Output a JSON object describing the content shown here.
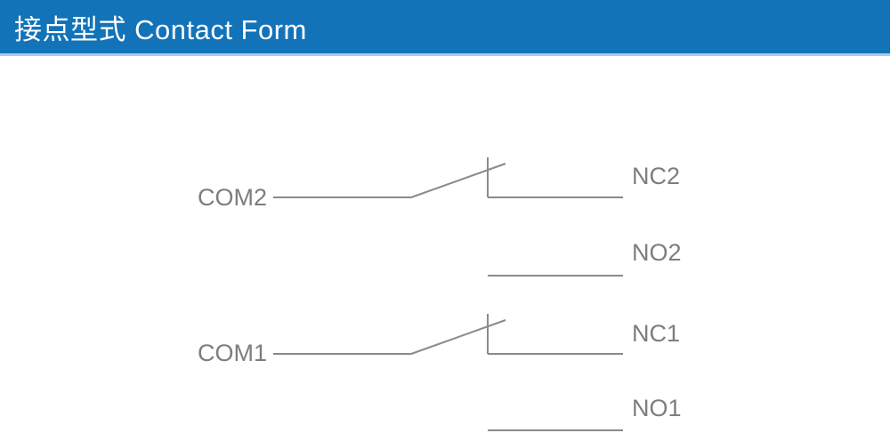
{
  "header": {
    "title": "接点型式 Contact Form"
  },
  "colors": {
    "background": "#ffffff",
    "header_bg": "#1273b9",
    "header_underline": "#a9cbe9",
    "header_text": "#ffffff",
    "line": "#8a8a8a",
    "label": "#7d7d7d"
  },
  "diagram": {
    "kind": "relay-contact-form",
    "description": "Two changeover (Form C) contact sets",
    "poles": [
      {
        "common": "COM2",
        "nc": "NC2",
        "no": "NO2"
      },
      {
        "common": "COM1",
        "nc": "NC1",
        "no": "NO1"
      }
    ]
  }
}
